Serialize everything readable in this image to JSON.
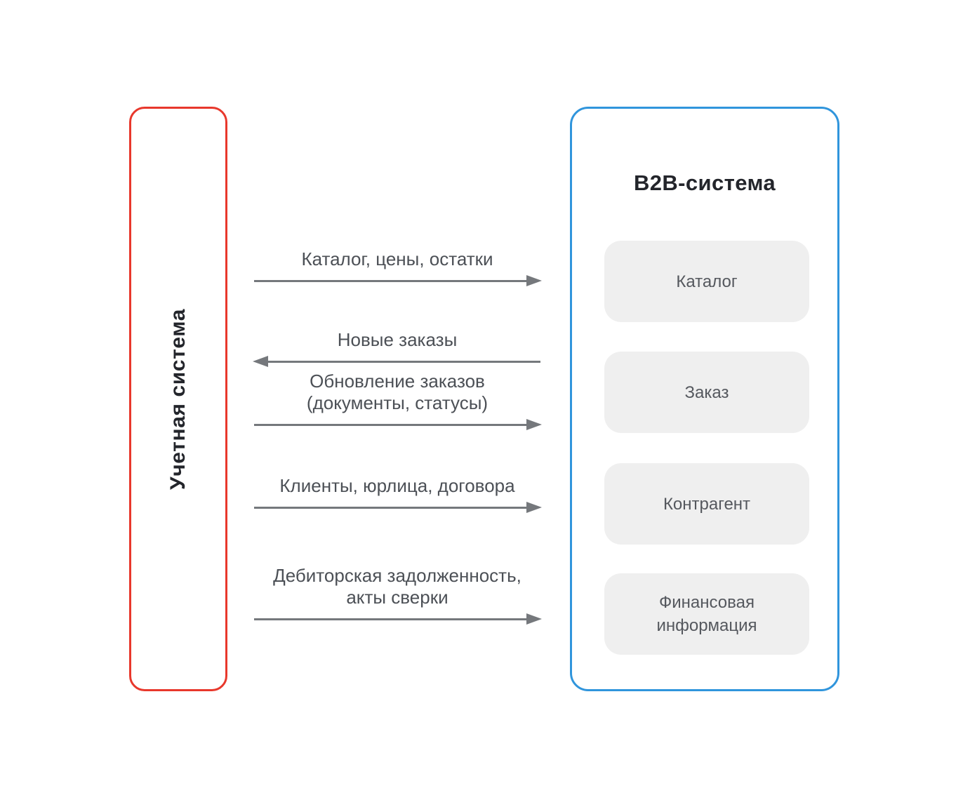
{
  "diagram": {
    "left_system": {
      "label": "Учетная система"
    },
    "right_system": {
      "title": "B2B-система",
      "modules": [
        "Каталог",
        "Заказ",
        "Контрагент",
        "Финансовая информация"
      ]
    },
    "flows": [
      {
        "direction": "right",
        "lines": [
          "Каталог, цены, остатки"
        ]
      },
      {
        "direction": "left",
        "lines": [
          "Новые заказы"
        ]
      },
      {
        "direction": "right",
        "lines": [
          "Обновление заказов",
          "(документы, статусы)"
        ]
      },
      {
        "direction": "right",
        "lines": [
          "Клиенты, юрлица, договора"
        ]
      },
      {
        "direction": "right",
        "lines": [
          "Дебиторская задолженность,",
          "акты сверки"
        ]
      }
    ],
    "colors": {
      "accent_red": "#e8382c",
      "accent_blue": "#3095dc",
      "arrow_gray": "#75787c",
      "module_bg": "#efefef",
      "text_dark": "#23252b",
      "text_gray": "#4c5056",
      "module_text": "#55585e"
    }
  }
}
